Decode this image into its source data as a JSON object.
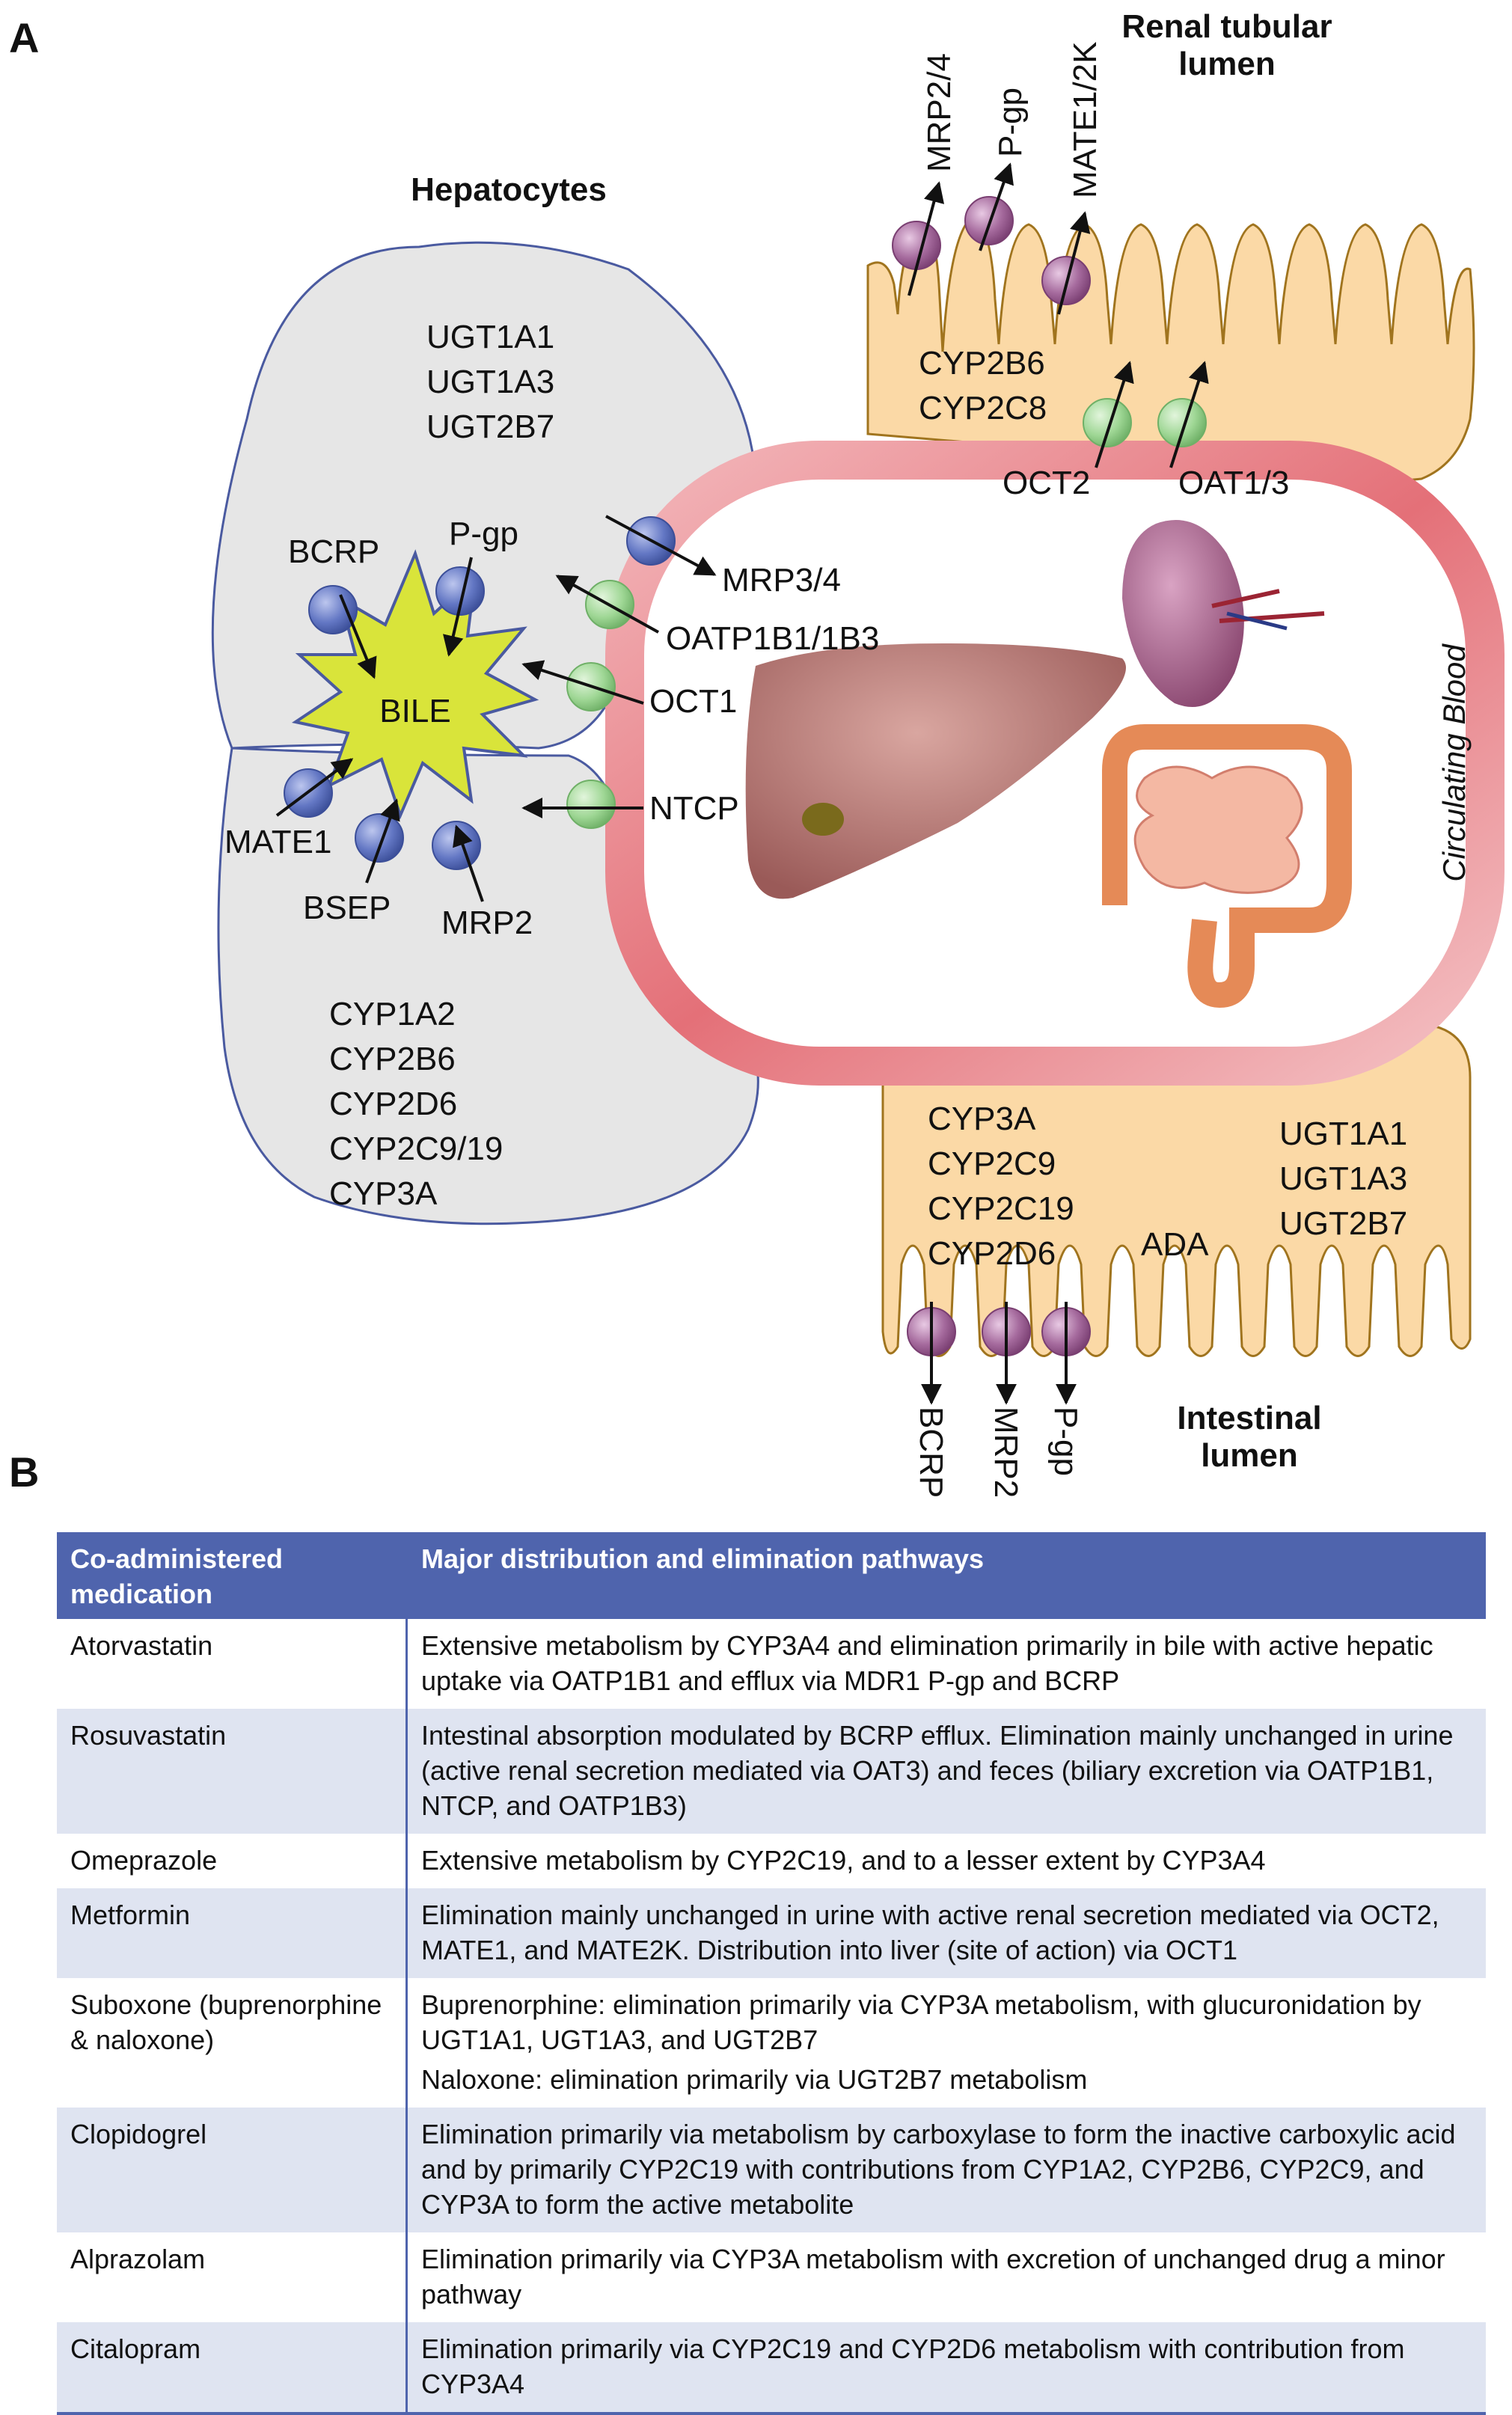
{
  "panel_a": {
    "letter": "A",
    "region_labels": {
      "hepatocytes": "Hepatocytes",
      "renal_line1": "Renal tubular",
      "renal_line2": "lumen",
      "intestinal_line1": "Intestinal",
      "intestinal_line2": "lumen",
      "circulating_blood": "Circulating Blood",
      "bile": "BILE"
    },
    "hepatocyte_enzymes_top": [
      "UGT1A1",
      "UGT1A3",
      "UGT2B7"
    ],
    "hepatocyte_enzymes_bottom": [
      "CYP1A2",
      "CYP2B6",
      "CYP2D6",
      "CYP2C9/19",
      "CYP3A"
    ],
    "hepatic_canalicular_transporters": {
      "bcrp": "BCRP",
      "pgp": "P-gp",
      "mate1": "MATE1",
      "bsep": "BSEP",
      "mrp2": "MRP2"
    },
    "hepatic_sinusoidal_transporters": {
      "mrp34": "MRP3/4",
      "oatp": "OATP1B1/1B3",
      "oct1": "OCT1",
      "ntcp": "NTCP"
    },
    "renal_enzymes": [
      "CYP2B6",
      "CYP2C8"
    ],
    "renal_apical_transporters": [
      "MRP2/4",
      "P-gp",
      "MATE1/2K"
    ],
    "renal_basolateral_transporters": [
      "OCT2",
      "OAT1/3"
    ],
    "intestinal_cyp": [
      "CYP3A",
      "CYP2C9",
      "CYP2C19",
      "CYP2D6"
    ],
    "intestinal_ada": "ADA",
    "intestinal_ugt": [
      "UGT1A1",
      "UGT1A3",
      "UGT2B7"
    ],
    "intestinal_transporters": [
      "BCRP",
      "MRP2",
      "P-gp"
    ],
    "colors": {
      "hepatocyte_fill": "#e6e6e6",
      "hepatocyte_outline": "#4a5aa0",
      "epithelium_fill": "#fbd9a6",
      "epithelium_outline": "#a0741e",
      "blood_ring": "#e06a72",
      "bile_star": "#d9e43a",
      "efflux_transporter": "#5d73c2",
      "uptake_transporter": "#92cf8a",
      "renal_intestinal_efflux": "#9a5a92"
    }
  },
  "panel_b": {
    "letter": "B",
    "headers": {
      "col1_line1": "Co-administered",
      "col1_line2": "medication",
      "col2": "Major distribution and elimination pathways"
    },
    "rows": [
      {
        "drug": "Atorvastatin",
        "pathway": "Extensive metabolism by CYP3A4 and elimination primarily in bile with active hepatic uptake via OATP1B1 and efflux via MDR1 P-gp and BCRP",
        "pathway2": ""
      },
      {
        "drug": "Rosuvastatin",
        "pathway": "Intestinal absorption modulated by BCRP efflux. Elimination mainly unchanged in urine (active renal secretion mediated via OAT3) and feces (biliary excretion via OATP1B1, NTCP, and OATP1B3)",
        "pathway2": ""
      },
      {
        "drug": "Omeprazole",
        "pathway": "Extensive metabolism by CYP2C19, and to a lesser extent by CYP3A4",
        "pathway2": ""
      },
      {
        "drug": "Metformin",
        "pathway": "Elimination mainly unchanged in urine with active renal secretion mediated via OCT2, MATE1, and MATE2K. Distribution into liver (site of action) via OCT1",
        "pathway2": ""
      },
      {
        "drug": "Suboxone (buprenorphine & naloxone)",
        "pathway": "Buprenorphine: elimination primarily via CYP3A metabolism, with glucuronidation by UGT1A1, UGT1A3, and UGT2B7",
        "pathway2": "Naloxone: elimination primarily via UGT2B7 metabolism"
      },
      {
        "drug": "Clopidogrel",
        "pathway": "Elimination primarily via metabolism by carboxylase to form the inactive carboxylic acid and by primarily CYP2C19 with contributions from CYP1A2, CYP2B6, CYP2C9, and CYP3A to form the active metabolite",
        "pathway2": ""
      },
      {
        "drug": "Alprazolam",
        "pathway": "Elimination primarily via CYP3A metabolism with excretion of unchanged drug a minor pathway",
        "pathway2": ""
      },
      {
        "drug": "Citalopram",
        "pathway": "Elimination primarily via CYP2C19 and CYP2D6 metabolism with contribution from CYP3A4",
        "pathway2": ""
      }
    ]
  }
}
